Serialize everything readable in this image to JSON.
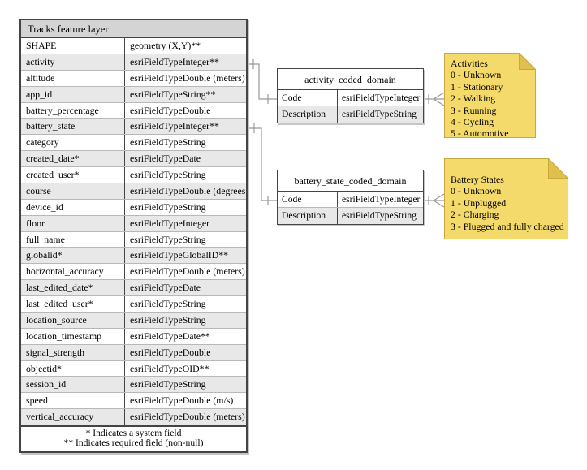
{
  "main_table": {
    "title": "Tracks feature layer",
    "rows": [
      {
        "name": "SHAPE",
        "type": "geometry (X,Y)**"
      },
      {
        "name": "activity",
        "type": "esriFieldTypeInteger**"
      },
      {
        "name": "altitude",
        "type": "esriFieldTypeDouble (meters)"
      },
      {
        "name": "app_id",
        "type": "esriFieldTypeString**"
      },
      {
        "name": "battery_percentage",
        "type": "esriFieldTypeDouble"
      },
      {
        "name": "battery_state",
        "type": "esriFieldTypeInteger**"
      },
      {
        "name": "category",
        "type": "esriFieldTypeString"
      },
      {
        "name": "created_date*",
        "type": "esriFieldTypeDate"
      },
      {
        "name": "created_user*",
        "type": "esriFieldTypeString"
      },
      {
        "name": "course",
        "type": "esriFieldTypeDouble (degrees)"
      },
      {
        "name": "device_id",
        "type": "esriFieldTypeString"
      },
      {
        "name": "floor",
        "type": "esriFieldTypeInteger"
      },
      {
        "name": "full_name",
        "type": "esriFieldTypeString"
      },
      {
        "name": "globalid*",
        "type": "esriFieldTypeGlobalID**"
      },
      {
        "name": "horizontal_accuracy",
        "type": "esriFieldTypeDouble (meters)"
      },
      {
        "name": "last_edited_date*",
        "type": "esriFieldTypeDate"
      },
      {
        "name": "last_edited_user*",
        "type": "esriFieldTypeString"
      },
      {
        "name": "location_source",
        "type": "esriFieldTypeString"
      },
      {
        "name": "location_timestamp",
        "type": "esriFieldTypeDate**"
      },
      {
        "name": "signal_strength",
        "type": "esriFieldTypeDouble"
      },
      {
        "name": "objectid*",
        "type": "esriFieldTypeOID**"
      },
      {
        "name": "session_id",
        "type": "esriFieldTypeString"
      },
      {
        "name": "speed",
        "type": "esriFieldTypeDouble (m/s)"
      },
      {
        "name": "vertical_accuracy",
        "type": "esriFieldTypeDouble (meters)"
      }
    ],
    "footnotes": [
      "* Indicates a system field",
      "** Indicates required field (non-null)"
    ]
  },
  "activity_domain": {
    "title": "activity_coded_domain",
    "rows": [
      {
        "name": "Code",
        "type": "esriFieldTypeInteger"
      },
      {
        "name": "Description",
        "type": "esriFieldTypeString"
      }
    ]
  },
  "battery_domain": {
    "title": "battery_state_coded_domain",
    "rows": [
      {
        "name": "Code",
        "type": "esriFieldTypeInteger"
      },
      {
        "name": "Description",
        "type": "esriFieldTypeString"
      }
    ]
  },
  "notes": {
    "activities": {
      "title": "Activities",
      "lines": [
        "0 - Unknown",
        "1 - Stationary",
        "2 - Walking",
        "3 - Running",
        "4 - Cycling",
        "5 - Automotive"
      ]
    },
    "battery": {
      "title": "Battery States",
      "lines": [
        "0 - Unknown",
        "1 - Unplugged",
        "2 - Charging",
        "3 - Plugged and fully charged"
      ]
    }
  },
  "colors": {
    "header_bg": "#d4d4d4",
    "row_alt_bg": "#e8e8e8",
    "border_dark": "#444444",
    "border_light": "#b8b8b8",
    "connector": "#999999",
    "note_fill": "#f4d96b",
    "note_fold": "#dfc04f",
    "note_border": "#c9a93e"
  }
}
